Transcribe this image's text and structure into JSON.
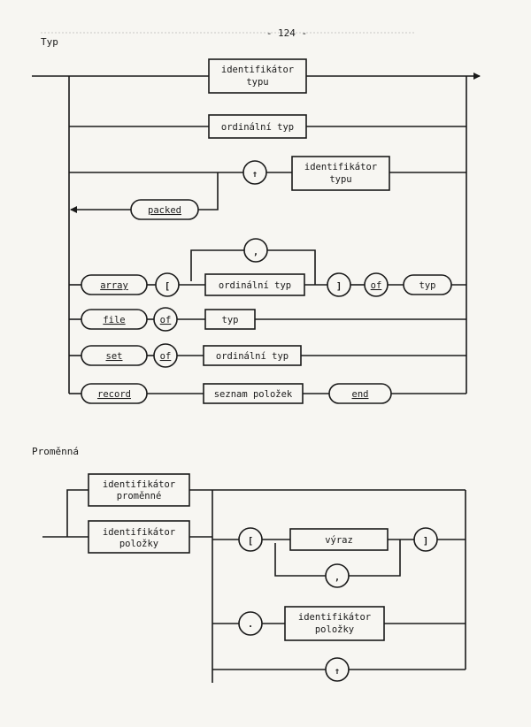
{
  "page": {
    "number": "- 124 -"
  },
  "typ_diagram": {
    "title": "Typ",
    "identifikator_typu_1": {
      "line1": "identifikátor",
      "line2": "typu"
    },
    "ordinalni_typ_1": "ordinální typ",
    "arrow_up_1": "↑",
    "identifikator_typu_2": {
      "line1": "identifikátor",
      "line2": "typu"
    },
    "packed": "packed",
    "comma_1": ",",
    "array": "array",
    "bracket_open_1": "[",
    "ordinalni_typ_2": "ordinální typ",
    "bracket_close_1": "]",
    "of_1": "of",
    "typ_1": "typ",
    "file": "file",
    "of_2": "of",
    "typ_2": "typ",
    "set": "set",
    "of_3": "of",
    "ordinalni_typ_3": "ordinální typ",
    "record": "record",
    "seznam_polozek": "seznam položek",
    "end": "end"
  },
  "promenna_diagram": {
    "title": "Proměnná",
    "identifikator_promenne": {
      "line1": "identifikátor",
      "line2": "proměnné"
    },
    "identifikator_polozky_1": {
      "line1": "identifikátor",
      "line2": "položky"
    },
    "bracket_open_2": "[",
    "vyraz": "výraz",
    "bracket_close_2": "]",
    "comma_2": ",",
    "dot": ".",
    "identifikator_polozky_2": {
      "line1": "identifikátor",
      "line2": "položky"
    },
    "arrow_up_2": "↑"
  }
}
